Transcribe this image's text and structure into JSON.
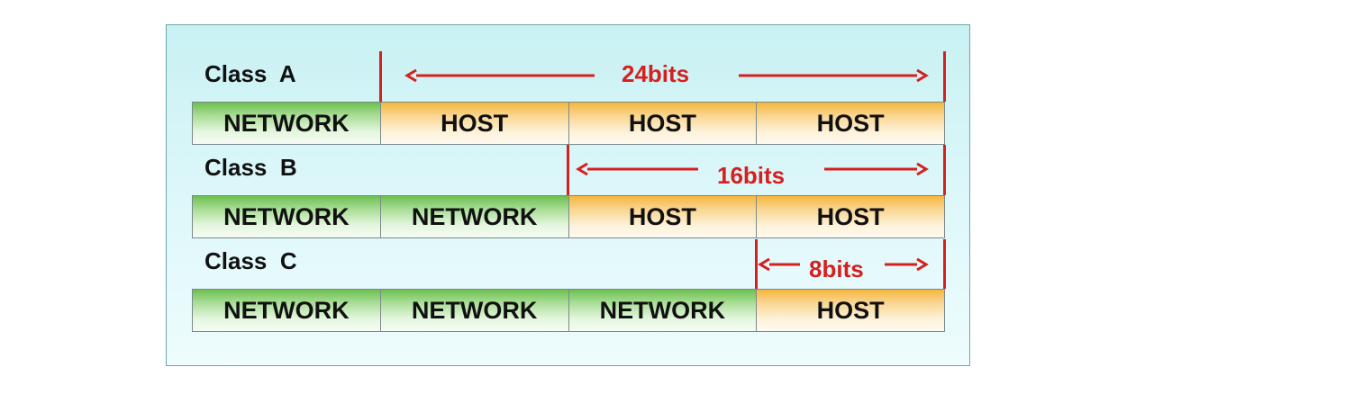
{
  "colors": {
    "network": "#6cc04f",
    "host": "#f6b63c",
    "accent_red": "#d61f1f"
  },
  "classes": [
    {
      "label": "Class  A",
      "bits": "24bits",
      "cells": [
        "NETWORK",
        "HOST",
        "HOST",
        "HOST"
      ],
      "types": [
        "network",
        "host",
        "host",
        "host"
      ]
    },
    {
      "label": "Class  B",
      "bits": "16bits",
      "cells": [
        "NETWORK",
        "NETWORK",
        "HOST",
        "HOST"
      ],
      "types": [
        "network",
        "network",
        "host",
        "host"
      ]
    },
    {
      "label": "Class  C",
      "bits": "8bits",
      "cells": [
        "NETWORK",
        "NETWORK",
        "NETWORK",
        "HOST"
      ],
      "types": [
        "network",
        "network",
        "network",
        "host"
      ]
    }
  ]
}
